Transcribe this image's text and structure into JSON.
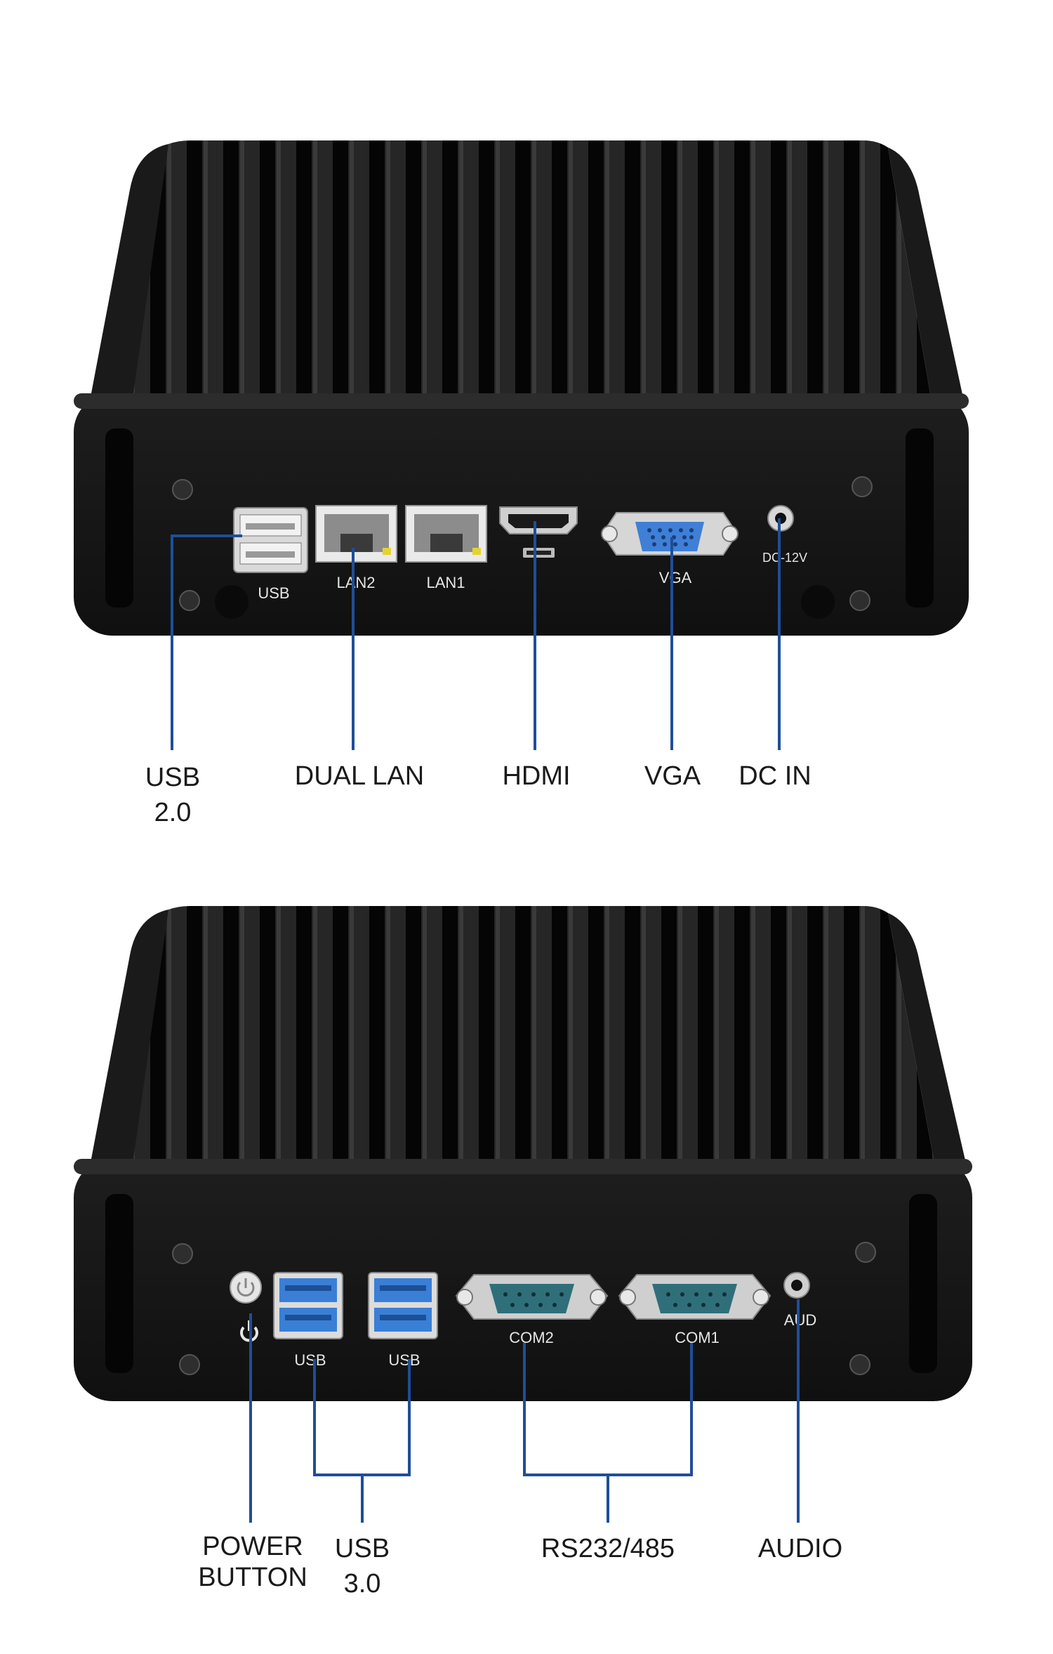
{
  "colors": {
    "background": "#ffffff",
    "chassis": "#161616",
    "fins": "#0a0a0a",
    "callout_line": "#1f4e99",
    "port_blue": "#3a7fd6",
    "serial_teal": "#2f6f7a",
    "label_text": "#1a1a1a"
  },
  "top_unit": {
    "port_labels": {
      "usb": "USB",
      "lan2": "LAN2",
      "lan1": "LAN1",
      "vga": "VGA",
      "dc": "DC-12V"
    },
    "callouts": {
      "usb2": [
        "USB",
        "2.0"
      ],
      "dual_lan": "DUAL LAN",
      "hdmi": "HDMI",
      "vga": "VGA",
      "dc_in": "DC IN"
    }
  },
  "bottom_unit": {
    "port_labels": {
      "usb_a": "USB",
      "usb_b": "USB",
      "com2": "COM2",
      "com1": "COM1",
      "aud": "AUD"
    },
    "callouts": {
      "power_button": [
        "POWER",
        "BUTTON"
      ],
      "usb3": [
        "USB",
        "3.0"
      ],
      "rs232": "RS232/485",
      "audio": "AUDIO"
    }
  }
}
